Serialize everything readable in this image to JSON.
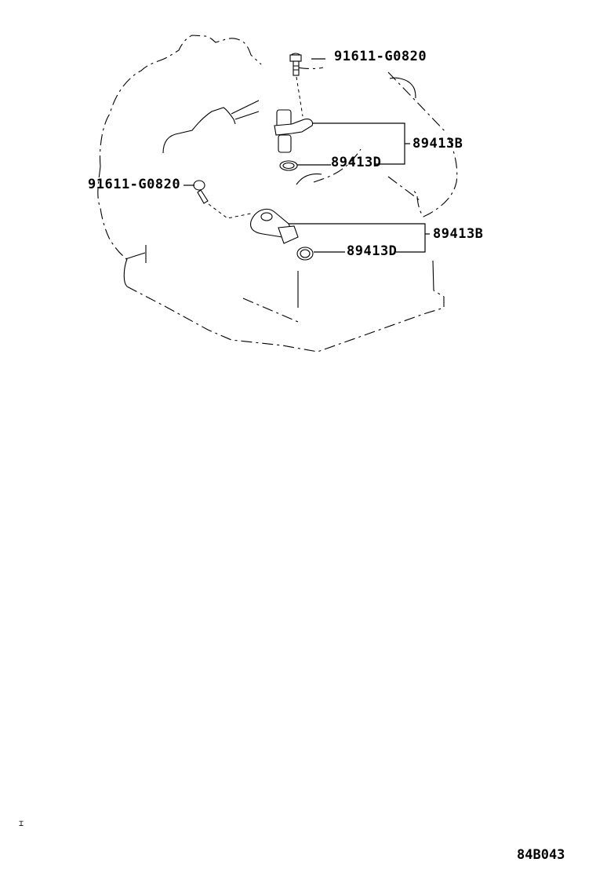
{
  "diagram": {
    "type": "exploded-parts-diagram",
    "subject": "transmission housing with speed sensors",
    "figure_code": "84B043",
    "corner_mark": "⌶",
    "callouts": [
      {
        "id": "bolt-top",
        "part_number": "91611-G0820",
        "points_to": "bolt (upper)"
      },
      {
        "id": "sensor-top",
        "part_number": "89413B",
        "points_to": "speed sensor (upper)"
      },
      {
        "id": "oring-top",
        "part_number": "89413D",
        "points_to": "o-ring (upper)"
      },
      {
        "id": "bolt-left",
        "part_number": "91611-G0820",
        "points_to": "bolt (lower)"
      },
      {
        "id": "sensor-bottom",
        "part_number": "89413B",
        "points_to": "speed sensor (lower)"
      },
      {
        "id": "oring-bottom",
        "part_number": "89413D",
        "points_to": "o-ring (lower)"
      }
    ]
  },
  "colors": {
    "background": "#ffffff",
    "lines": "#000000"
  }
}
